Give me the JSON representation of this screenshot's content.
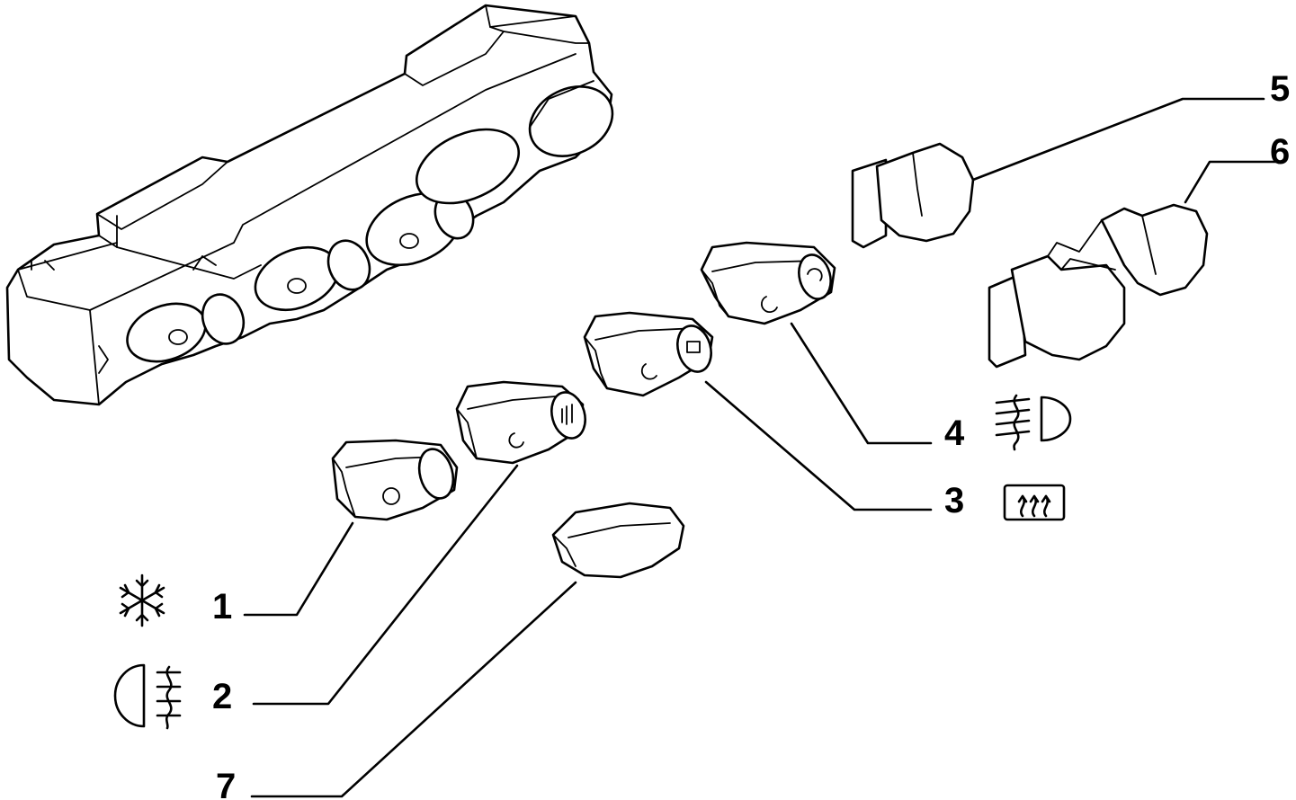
{
  "callouts": [
    {
      "id": "1",
      "label": "1",
      "symbol": "snowflake-icon"
    },
    {
      "id": "2",
      "label": "2",
      "symbol": "rear-fog-light-icon"
    },
    {
      "id": "3",
      "label": "3",
      "symbol": "rear-window-defrost-icon"
    },
    {
      "id": "4",
      "label": "4",
      "symbol": "front-fog-light-icon"
    },
    {
      "id": "5",
      "label": "5"
    },
    {
      "id": "6",
      "label": "6"
    },
    {
      "id": "7",
      "label": "7"
    }
  ],
  "colors": {
    "line": "#000000",
    "background": "#ffffff"
  }
}
